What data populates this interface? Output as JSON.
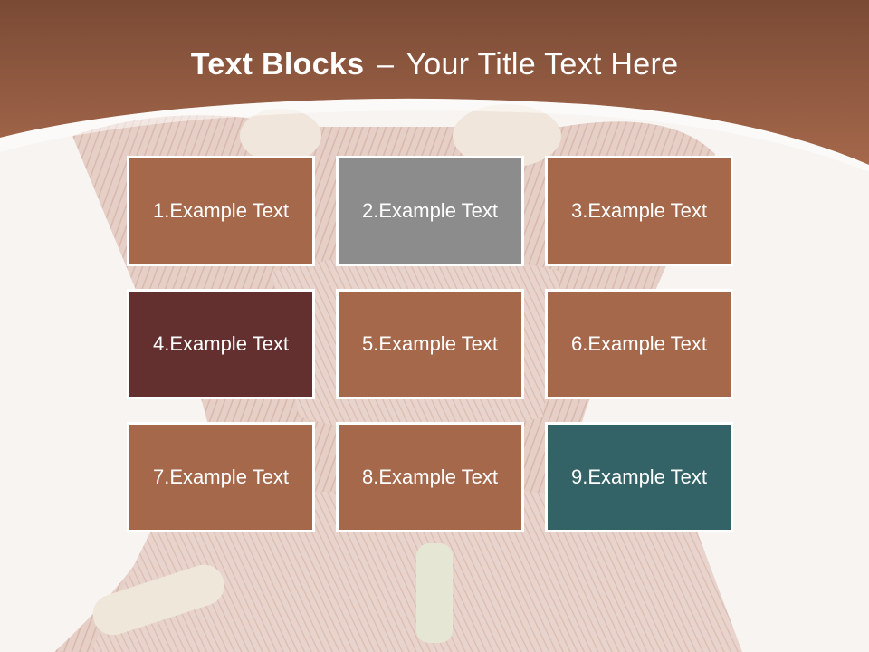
{
  "slide": {
    "title_bold": "Text Blocks",
    "title_separator": "–",
    "title_rest": "Your Title Text Here"
  },
  "blocks": [
    {
      "label": "1.Example Text",
      "color": "#a5684b"
    },
    {
      "label": "2.Example Text",
      "color": "#8c8c8c"
    },
    {
      "label": "3.Example Text",
      "color": "#a5684b"
    },
    {
      "label": "4.Example Text",
      "color": "#632f2f"
    },
    {
      "label": "5.Example Text",
      "color": "#a5684b"
    },
    {
      "label": "6.Example Text",
      "color": "#a5684b"
    },
    {
      "label": "7.Example Text",
      "color": "#a5684b"
    },
    {
      "label": "8.Example Text",
      "color": "#a5684b"
    },
    {
      "label": "9.Example Text",
      "color": "#336366"
    }
  ],
  "theme": {
    "header_color": "#a5684b",
    "header_dark": "#7a4a35",
    "background": "#f7f4f1"
  }
}
